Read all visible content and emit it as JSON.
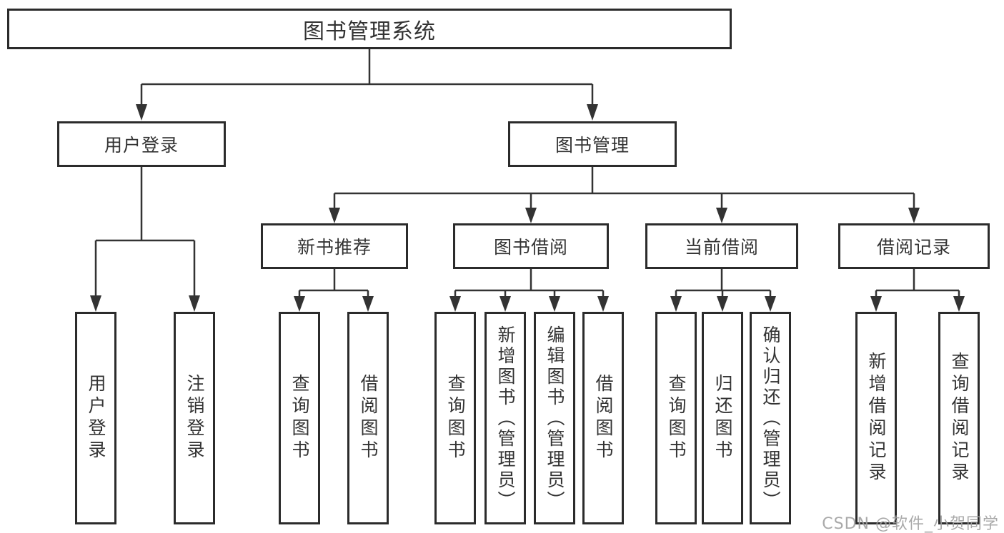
{
  "diagram": {
    "root": {
      "label": "图书管理系统"
    },
    "level2": {
      "user_login": {
        "label": "用户登录"
      },
      "book_mgmt": {
        "label": "图书管理"
      }
    },
    "level3": {
      "new_books": {
        "label": "新书推荐"
      },
      "book_borrow": {
        "label": "图书借阅"
      },
      "current_borrow": {
        "label": "当前借阅"
      },
      "borrow_records": {
        "label": "借阅记录"
      }
    },
    "leaves": {
      "user_login_1": "用户登录",
      "user_login_2": "注销登录",
      "new_books_1": "查询图书",
      "new_books_2": "借阅图书",
      "book_borrow_1": "查询图书",
      "book_borrow_2": "新增图书（管理员）",
      "book_borrow_3": "编辑图书（管理员）",
      "book_borrow_4": "借阅图书",
      "current_borrow_1": "查询图书",
      "current_borrow_2": "归还图书",
      "current_borrow_3": "确认归还（管理员）",
      "borrow_records_1": "新增借阅记录",
      "borrow_records_2": "查询借阅记录"
    },
    "colors": {
      "line": "#333333",
      "box_border": "#2b2b2b",
      "box_fill": "#ffffff",
      "text": "#333333",
      "background": "#ffffff",
      "watermark": "#a0a0a0"
    }
  },
  "watermark": {
    "text": "CSDN @软件_小贺同学"
  }
}
